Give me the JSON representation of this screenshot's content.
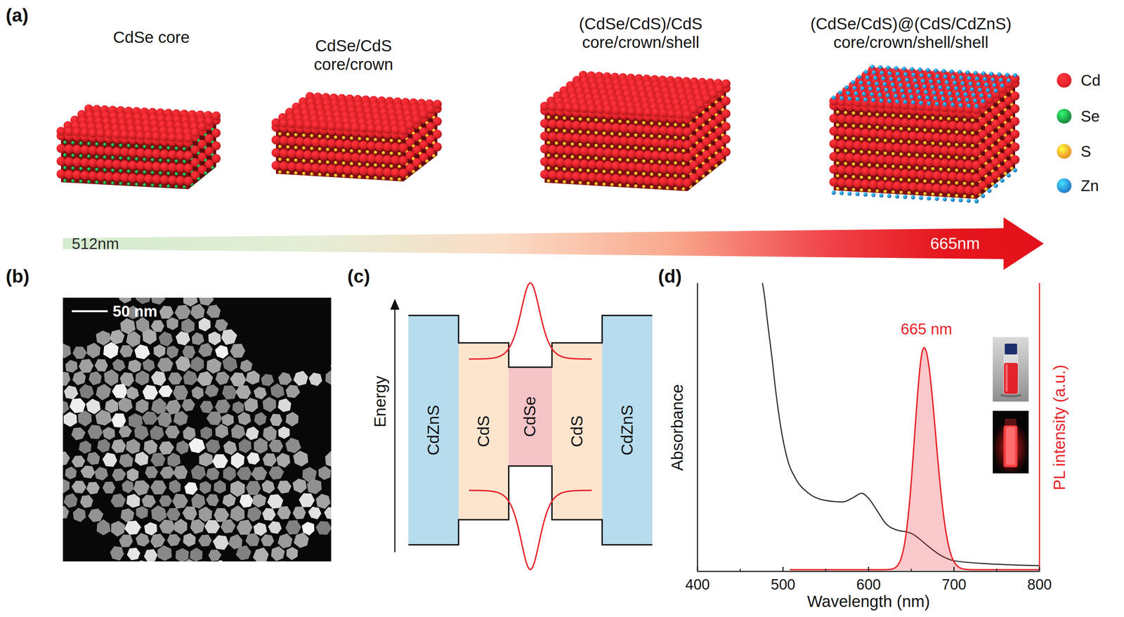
{
  "diagram": {
    "nodes": [
      {
        "text": [
          "CdZnS"
        ]
      },
      {
        "text": [
          "CdS"
        ]
      },
      {
        "text": [
          "CdSe"
        ]
      },
      {
        "text": [
          "CdS"
        ]
      },
      {
        "text": [
          "CdZnS"
        ]
      }
    ],
    "labels": [
      "(a)",
      "CdSe core",
      "CdSe/CdS core/crown",
      "(CdSe/CdS)/CdS core/crown/shell",
      "(CdSe/CdS)@(CdS/CdZnS) core/crown/shell/shell",
      "512nm",
      "665nm",
      "(b)",
      "50 nm",
      "(c)",
      "Energy",
      "(d)",
      "665 nm",
      "Absorbance",
      "PL intensity (a.u.)",
      "400",
      "500",
      "600",
      "700",
      "800",
      "Wavelength (nm)"
    ],
    "legend": [
      {
        "text": "Cd",
        "color": "#e8232a"
      },
      {
        "text": "Se",
        "color": "#1e9e48"
      },
      {
        "text": "S",
        "color": "#f4a629"
      },
      {
        "text": "Zn",
        "color": "#2a8fd8"
      }
    ]
  }
}
